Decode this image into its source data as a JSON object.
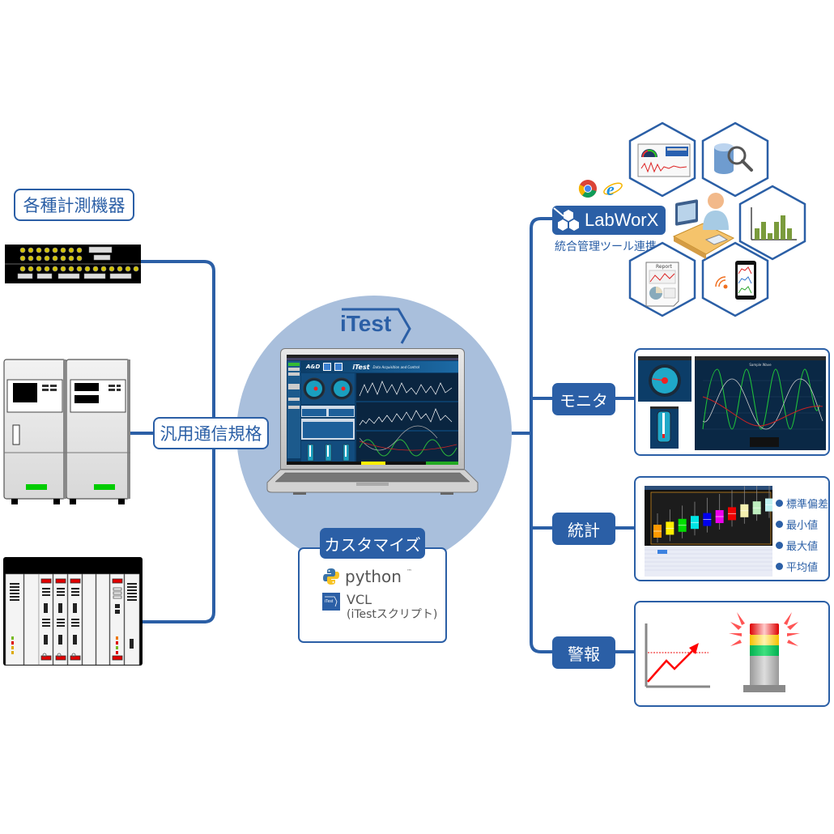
{
  "colors": {
    "brand_blue": "#2b5fa6",
    "circle_bg": "#a9bfdc",
    "alarm_red": "#ff0000",
    "green_led": "#00cc00"
  },
  "left": {
    "title": "各種計測機器",
    "protocol_label": "汎用通信規格",
    "devices": [
      {
        "name": "rack-io-unit"
      },
      {
        "name": "environmental-chamber"
      },
      {
        "name": "modular-chassis"
      }
    ]
  },
  "center": {
    "product_name": "iTest",
    "laptop_screen": {
      "app_title": "iTest",
      "app_subtitle": "Data Acquisition and Control",
      "vendor_logo": "A&D",
      "charts": [
        "Sample Wave"
      ]
    },
    "customize": {
      "title": "カスタマイズ",
      "items": [
        {
          "icon": "python-icon",
          "label": "python",
          "tm": "™"
        },
        {
          "icon": "itest-icon",
          "label": "VCL",
          "sublabel": "(iTestスクリプト)"
        }
      ]
    }
  },
  "right": {
    "labworx": {
      "logo_text": "LabWorX",
      "caption": "統合管理ツール連携",
      "browsers": [
        "chrome-icon",
        "internet-explorer-icon"
      ],
      "report_label": "Report"
    },
    "categories": [
      {
        "id": "monitor",
        "label": "モニタ",
        "panel": {
          "gauge_title": "Speed",
          "chart_title": "Sample Wave"
        }
      },
      {
        "id": "statistics",
        "label": "統計",
        "panel": {
          "chart_title": "Statistics Box Plot",
          "stats": [
            "標準偏差",
            "最小値",
            "最大値",
            "平均値"
          ],
          "box_colors": [
            "#ff9900",
            "#ffee00",
            "#00dd00",
            "#00e5e5",
            "#0000ee",
            "#ee00ee",
            "#ee0000",
            "#f5f0b0",
            "#bfeebf",
            "#bff0f0"
          ]
        }
      },
      {
        "id": "alarm",
        "label": "警報"
      }
    ]
  }
}
